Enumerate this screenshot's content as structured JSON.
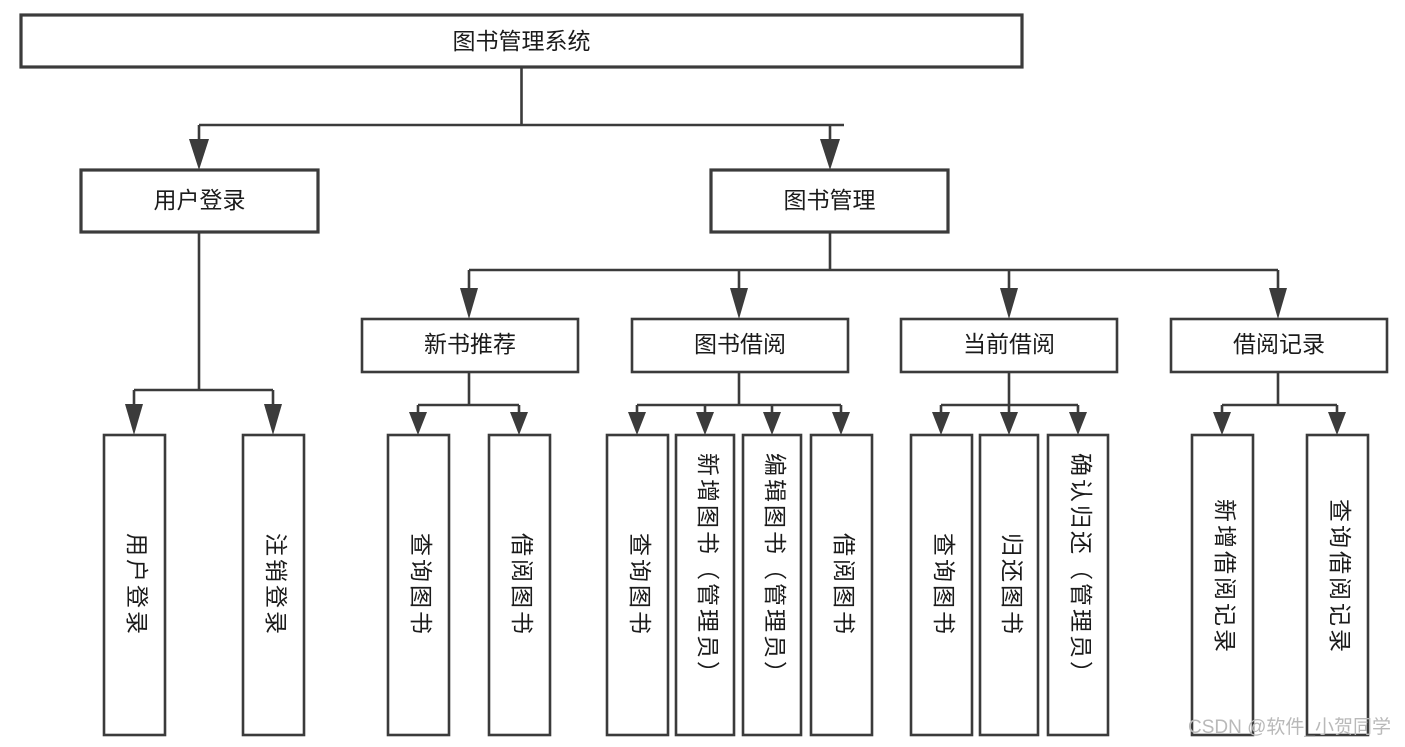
{
  "diagram": {
    "type": "tree",
    "title": "图书管理系统",
    "orientation": "top-down",
    "watermark": "CSDN @软件_小贺同学",
    "colors": {
      "background": "#ffffff",
      "stroke": "#3b3b3b",
      "text": "#1b1b1b",
      "watermark": "#b9b9b9"
    },
    "root": {
      "id": "root",
      "label": "图书管理系统"
    },
    "level2": [
      {
        "id": "user-login",
        "label": "用户登录"
      },
      {
        "id": "book-manage",
        "label": "图书管理"
      }
    ],
    "level3": [
      {
        "id": "new-book-rec",
        "label": "新书推荐",
        "parent": "book-manage"
      },
      {
        "id": "book-borrow",
        "label": "图书借阅",
        "parent": "book-manage"
      },
      {
        "id": "current-borrow",
        "label": "当前借阅",
        "parent": "book-manage"
      },
      {
        "id": "borrow-record",
        "label": "借阅记录",
        "parent": "book-manage"
      }
    ],
    "leaves": {
      "user-login": [
        {
          "id": "leaf-user-login",
          "label": "用户登录"
        },
        {
          "id": "leaf-user-logout",
          "label": "注销登录"
        }
      ],
      "new-book-rec": [
        {
          "id": "leaf-query-book-1",
          "label": "查询图书"
        },
        {
          "id": "leaf-borrow-book-1",
          "label": "借阅图书"
        }
      ],
      "book-borrow": [
        {
          "id": "leaf-query-book-2",
          "label": "查询图书"
        },
        {
          "id": "leaf-add-book",
          "label": "新增图书（管理员）"
        },
        {
          "id": "leaf-edit-book",
          "label": "编辑图书（管理员）"
        },
        {
          "id": "leaf-borrow-book-2",
          "label": "借阅图书"
        }
      ],
      "current-borrow": [
        {
          "id": "leaf-query-book-3",
          "label": "查询图书"
        },
        {
          "id": "leaf-return-book",
          "label": "归还图书"
        },
        {
          "id": "leaf-confirm-return",
          "label": "确认归还（管理员）"
        }
      ],
      "borrow-record": [
        {
          "id": "leaf-add-record",
          "label": "新增借阅记录"
        },
        {
          "id": "leaf-query-record",
          "label": "查询借阅记录"
        }
      ]
    }
  }
}
